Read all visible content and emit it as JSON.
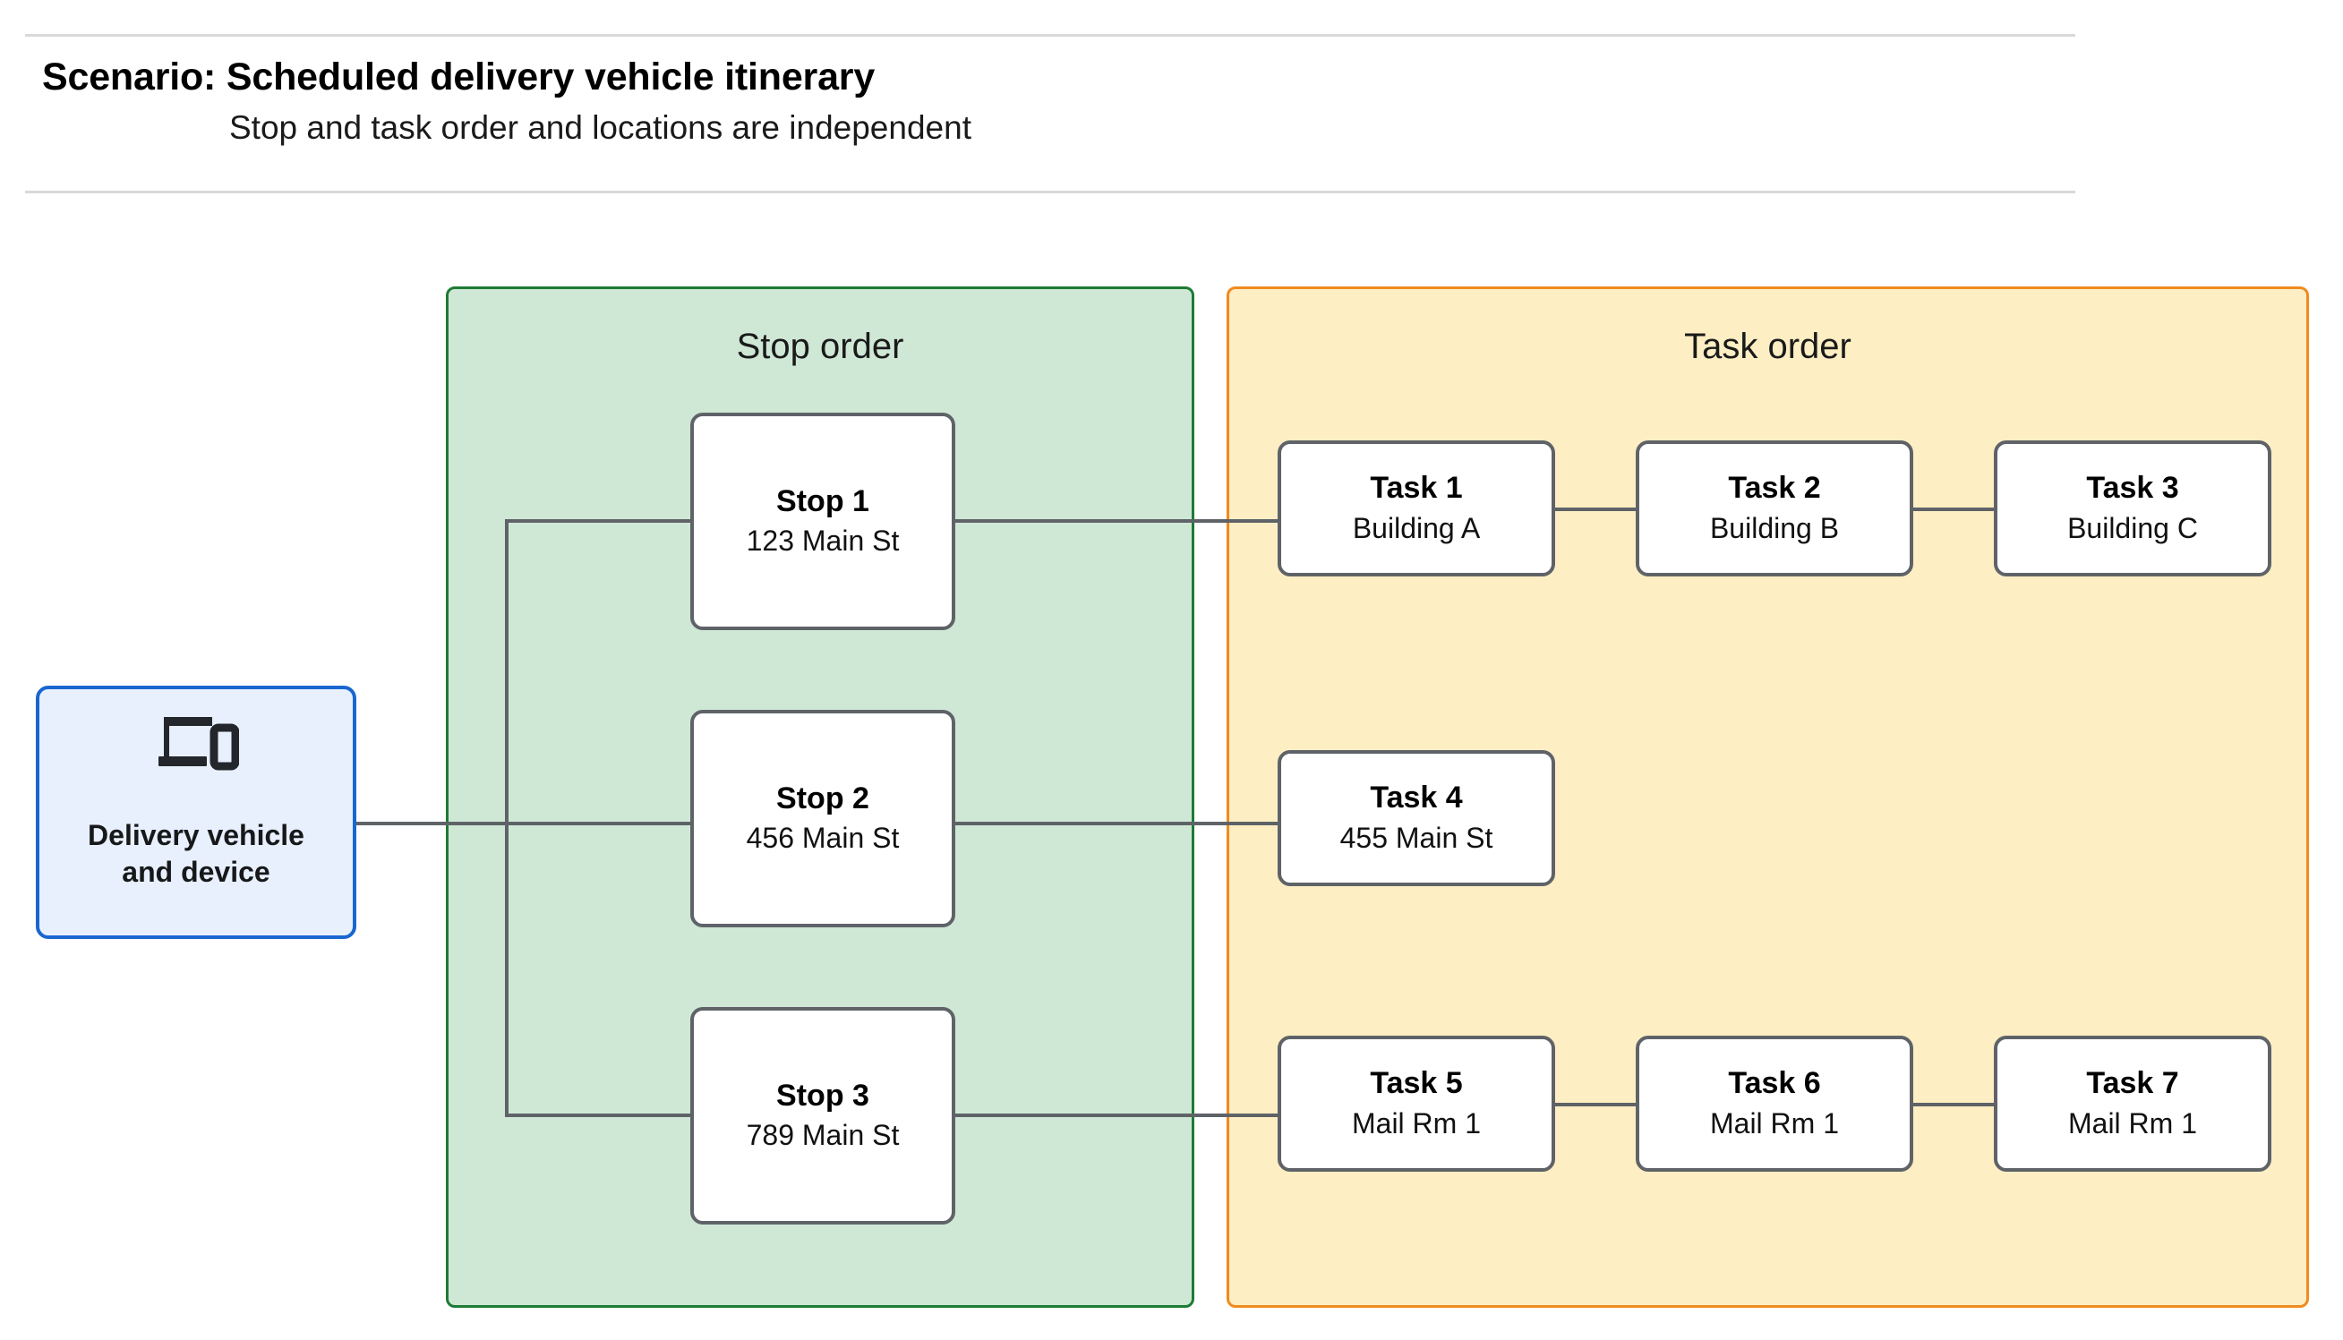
{
  "header": {
    "title": "Scenario: Scheduled delivery vehicle itinerary",
    "subtitle": "Stop and task order and locations are independent"
  },
  "vehicle": {
    "icon": "laptop-and-phone-icon",
    "label_line1": "Delivery vehicle",
    "label_line2": "and device",
    "fill_color": "#e8f0fe",
    "border_color": "#1a66d0"
  },
  "groups": {
    "stop": {
      "label": "Stop order",
      "fill_color": "#cfe8d6",
      "border_color": "#1e7b34"
    },
    "task": {
      "label": "Task order",
      "fill_color": "#fdeec3",
      "border_color": "#f08b20"
    }
  },
  "stops": [
    {
      "title": "Stop 1",
      "location": "123 Main St"
    },
    {
      "title": "Stop 2",
      "location": "456 Main St"
    },
    {
      "title": "Stop 3",
      "location": "789 Main St"
    }
  ],
  "tasks": [
    {
      "title": "Task 1",
      "location": "Building A"
    },
    {
      "title": "Task 2",
      "location": "Building B"
    },
    {
      "title": "Task 3",
      "location": "Building C"
    },
    {
      "title": "Task 4",
      "location": "455 Main St"
    },
    {
      "title": "Task 5",
      "location": "Mail Rm 1"
    },
    {
      "title": "Task 6",
      "location": "Mail Rm 1"
    },
    {
      "title": "Task 7",
      "location": "Mail Rm 1"
    }
  ],
  "connector_color": "#5f6368"
}
